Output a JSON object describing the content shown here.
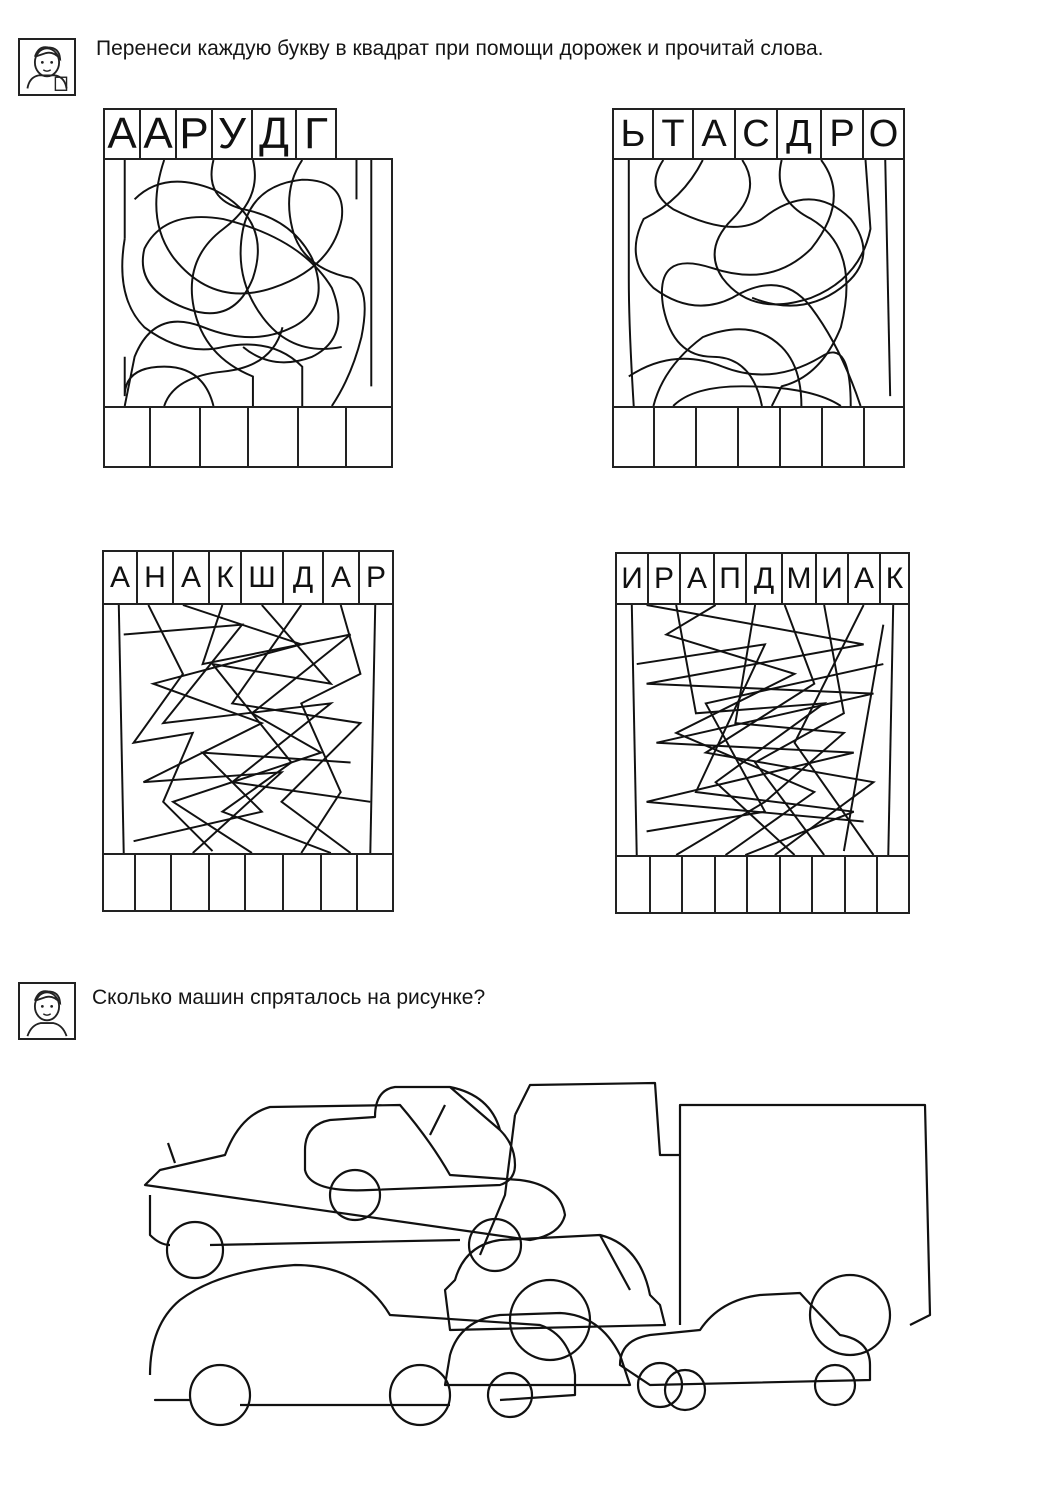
{
  "task1": {
    "icon": "child-face-icon",
    "instruction": "Перенеси каждую букву в квадрат при помощи дорожек и прочитай слова."
  },
  "puzzles": [
    {
      "letters": [
        "А",
        "А",
        "Р",
        "У",
        "Д",
        "Г"
      ]
    },
    {
      "letters": [
        "Ь",
        "Т",
        "А",
        "С",
        "Д",
        "Р",
        "О"
      ]
    },
    {
      "letters": [
        "А",
        "Н",
        "А",
        "К",
        "Ш",
        "Д",
        "А",
        "Р"
      ]
    },
    {
      "letters": [
        "И",
        "Р",
        "А",
        "П",
        "Д",
        "М",
        "И",
        "А",
        "К"
      ]
    }
  ],
  "task2": {
    "icon": "child-face-icon",
    "instruction": "Сколько машин спряталось на рисунке?"
  }
}
